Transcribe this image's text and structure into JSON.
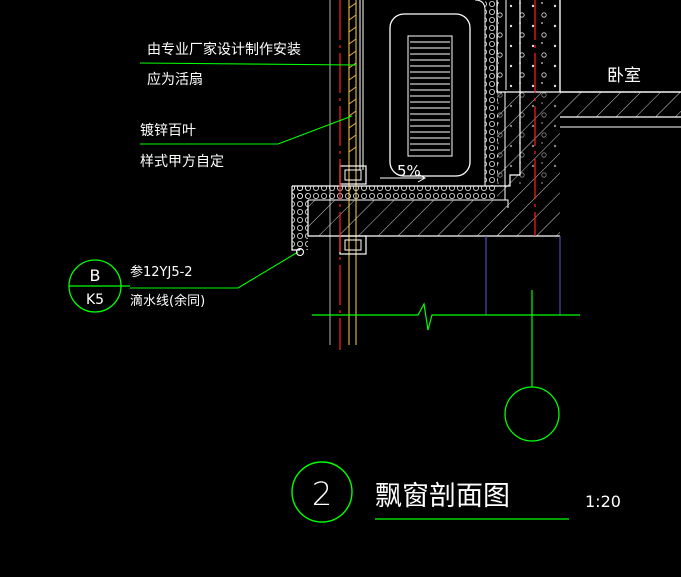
{
  "colors": {
    "background": "#000000",
    "text": "#ffffff",
    "leader": "#00ff00",
    "concrete": "#ffffff",
    "axis": "#ff2020",
    "frame": "#ffd24a",
    "hatch": "#c8c8c8",
    "column": "#3a3a9a"
  },
  "annotations": {
    "install_line1": "由专业厂家设计制作安装",
    "install_line2": "应为活扇",
    "louver_line1": "镀锌百叶",
    "louver_line2": "样式甲方自定",
    "drip_line1": "参12YJ5-2",
    "drip_line2": "滴水线(余同)"
  },
  "detail_ref": {
    "top": "B",
    "bottom": "K5"
  },
  "slope_label": "5%",
  "room_label": "卧室",
  "title": {
    "number": "2",
    "name": "飘窗剖面图",
    "scale": "1:20"
  }
}
